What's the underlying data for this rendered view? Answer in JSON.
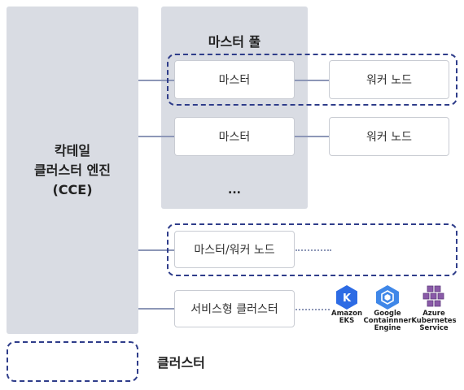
{
  "engine": {
    "line1": "칵테일",
    "line2": "클러스터 엔진",
    "line3": "(CCE)"
  },
  "master_pool": {
    "title": "마스터 풀",
    "rows": [
      {
        "master": "마스터",
        "worker": "워커 노드"
      },
      {
        "master": "마스터",
        "worker": "워커 노드"
      }
    ],
    "more": "..."
  },
  "combined_node": {
    "label": "마스터/워커 노드"
  },
  "managed_cluster": {
    "label": "서비스형 클러스터",
    "vendors": [
      {
        "name_line1": "Amazon",
        "name_line2": "EKS",
        "name_line3": "",
        "icon": "kubernetes-k-hexagon-icon",
        "color": "#2d6be4"
      },
      {
        "name_line1": "Google",
        "name_line2": "Containnner",
        "name_line3": "Engine",
        "icon": "gke-hexagon-icon",
        "color": "#3f87e8"
      },
      {
        "name_line1": "Azure",
        "name_line2": "Kubernetes",
        "name_line3": "Service",
        "icon": "aks-cubes-icon",
        "color": "#8a5aa8"
      }
    ]
  },
  "legend": {
    "label": "클러스터"
  },
  "colors": {
    "panel": "#d9dce3",
    "dashed_border": "#2f3d8a",
    "connector": "#8d97b7"
  }
}
